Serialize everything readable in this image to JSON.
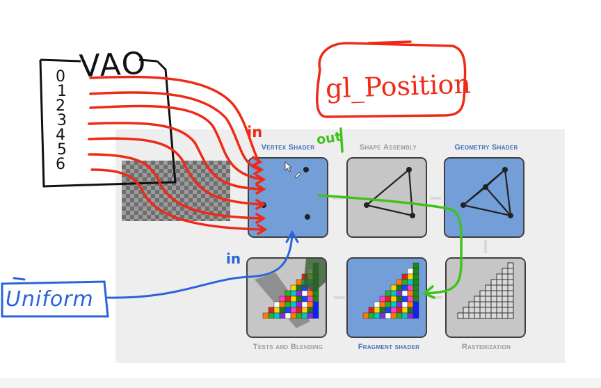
{
  "stages": {
    "vertex": "Vertex Shader",
    "shape": "Shape Assembly",
    "geometry": "Geometry Shader",
    "tests": "Tests and Blending",
    "fragment": "Fragment shader",
    "raster": "Rasterization"
  },
  "annotations": {
    "vao": "VAO",
    "vao_indices": [
      "0",
      "1",
      "2",
      "3",
      "4",
      "5",
      "6"
    ],
    "position": "gl_Position",
    "in_top": "in",
    "out": "out",
    "in_bottom": "in",
    "uniform": "Uniform"
  },
  "colors": {
    "stage_blue": "#739ed8",
    "stage_gray": "#c6c6c6",
    "label_blue": "#4470b8",
    "red_ink": "#ee2a16",
    "green_ink": "#3fc21a",
    "blue_ink": "#2a63d8",
    "black_ink": "#111111"
  }
}
